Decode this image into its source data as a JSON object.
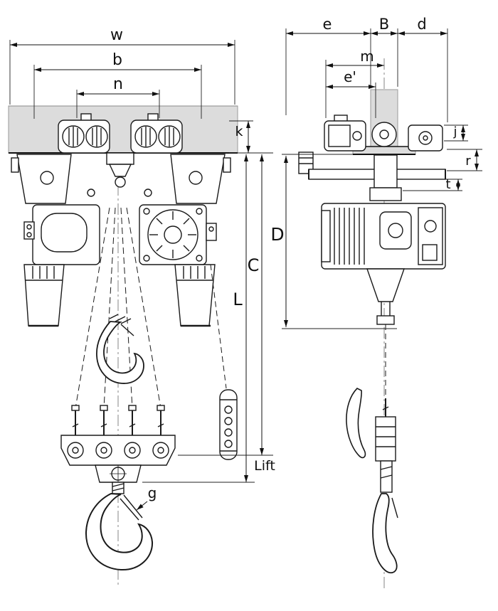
{
  "front_view": {
    "labels": {
      "w": "w",
      "b": "b",
      "n": "n",
      "k": "k",
      "C": "C",
      "L": "L",
      "lift": "Lift",
      "g": "g"
    }
  },
  "side_view": {
    "labels": {
      "e": "e",
      "B": "B",
      "d": "d",
      "m": "m",
      "e_prime": "e'",
      "j": "j",
      "r": "r",
      "t": "t",
      "D": "D"
    }
  }
}
